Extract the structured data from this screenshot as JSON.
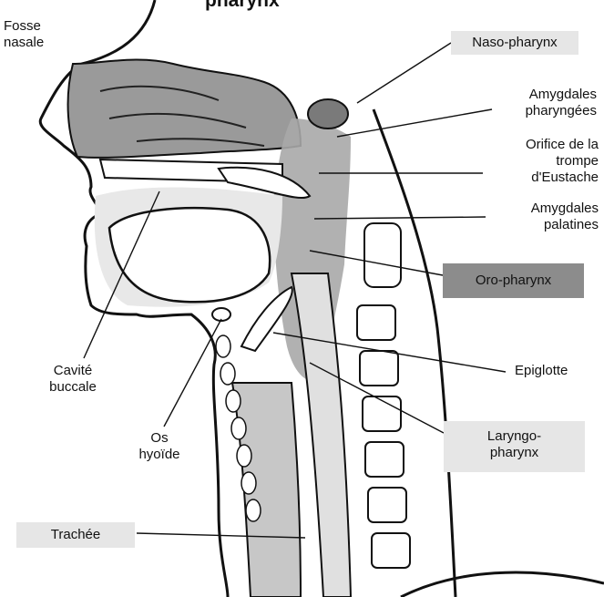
{
  "title": "pharynx",
  "labels": {
    "fosse_nasale": "Fosse\nnasale",
    "naso_pharynx": "Naso-pharynx",
    "amygdales_pharyngees": "Amygdales\npharyngées",
    "orifice_trompe": "Orifice de la\ntrompe\nd'Eustache",
    "amygdales_palatines": "Amygdales\npalatines",
    "oro_pharynx": "Oro-pharynx",
    "cavite_buccale": "Cavité\nbuccale",
    "epiglotte": "Epiglotte",
    "os_hyoide": "Os\nhyoïde",
    "laryngo_pharynx": "Laryngo-\npharynx",
    "trachee": "Trachée"
  },
  "colors": {
    "pharynx_fill": "#a9a9a9",
    "nasal_fill": "#9a9a9a",
    "outline": "#111111",
    "bone_fill": "#ffffff",
    "label_box": "#e6e6e6",
    "label_box_dark": "#8c8c8c"
  }
}
